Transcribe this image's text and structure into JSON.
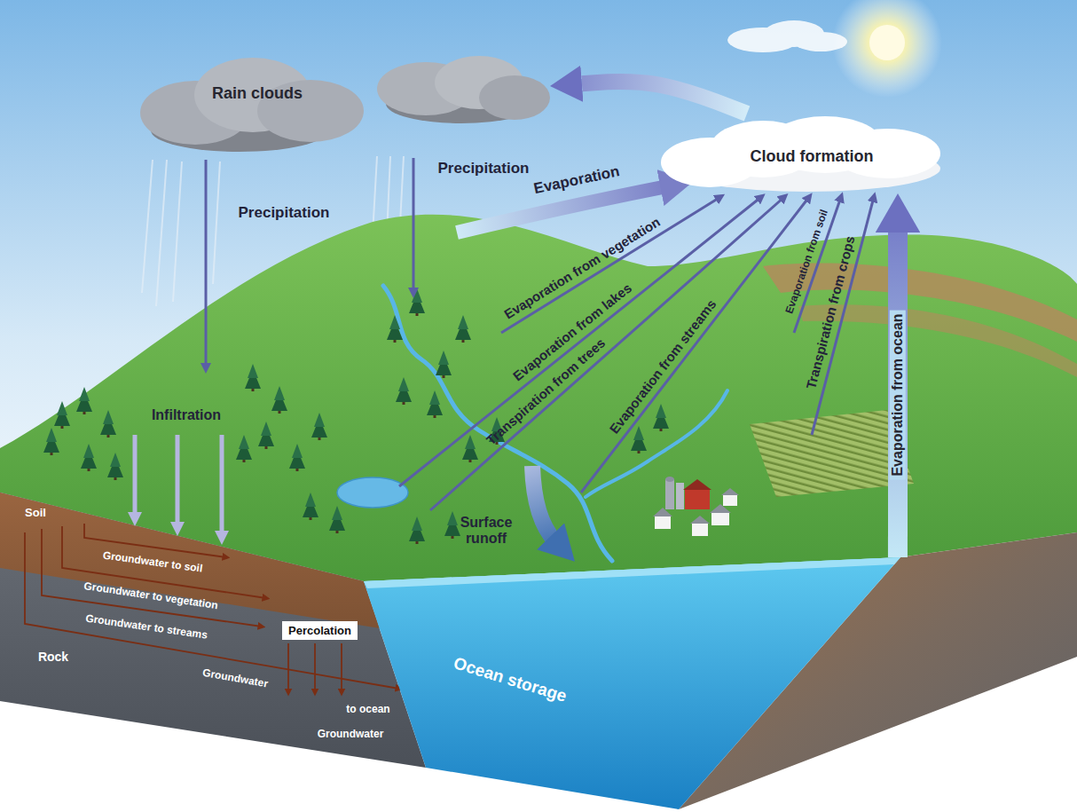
{
  "diagram": {
    "nodes": [
      {
        "text": [
          "Rain clouds"
        ]
      },
      {
        "text": [
          "Cloud formation"
        ]
      },
      {
        "text": [
          "Percolation"
        ]
      },
      {
        "text": [
          "Ocean storage"
        ]
      }
    ],
    "edges": [
      {
        "from": 1,
        "to": 0,
        "arrow": "to"
      },
      {
        "from": 3,
        "to": 1,
        "arrow": "to",
        "label": "Evaporation from ocean"
      }
    ],
    "labels": [
      "Precipitation",
      "Precipitation",
      "Evaporation",
      "Evaporation from vegetation",
      "Evaporation from lakes",
      "Transpiration from trees",
      "Evaporation from streams",
      "Evaporation from soil",
      "Transpiration from crops",
      "Infiltration",
      "Surface runoff",
      "Soil",
      "Groundwater to soil",
      "Groundwater to vegetation",
      "Groundwater to streams",
      "Rock",
      "Groundwater",
      "to ocean",
      "Groundwater"
    ]
  }
}
